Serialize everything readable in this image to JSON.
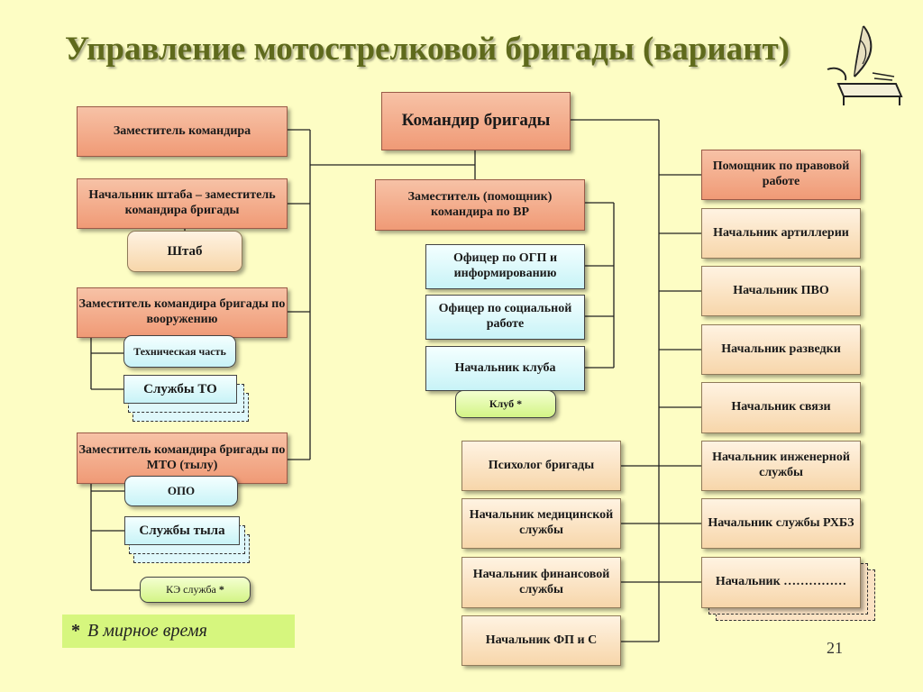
{
  "title": "Управление мотострелковой бригады (вариант)",
  "commander": "Командир бригады",
  "left": {
    "deputy": "Заместитель командира",
    "chief_of_staff": "Начальник штаба – заместитель командира бригады",
    "staff": "Штаб",
    "armament_deputy": "Заместитель командира бригады по вооружению",
    "technical_unit": "Техническая часть",
    "maintenance_services": "Службы ТО",
    "logistics_deputy": "Заместитель командира бригады по МТО (тылу)",
    "opo": "ОПО",
    "rear_services": "Службы тыла",
    "ke_service": "КЭ служба",
    "ke_star": "*"
  },
  "center": {
    "edu_deputy": "Заместитель (помощник) командира по ВР",
    "ogp_officer": "Офицер по ОГП и информированию",
    "social_officer": "Офицер по социальной работе",
    "club_chief": "Начальник клуба",
    "club": "Клуб",
    "club_star": "*",
    "psychologist": "Психолог бригады",
    "medical": "Начальник медицинской службы",
    "finance": "Начальник финансовой службы",
    "fp": "Начальник ФП и С"
  },
  "right": {
    "legal": "Помощник по правовой работе",
    "artillery": "Начальник артиллерии",
    "air_defense": "Начальник ПВО",
    "recon": "Начальник разведки",
    "signals": "Начальник связи",
    "engineer": "Начальник инженерной службы",
    "rhbz": "Начальник службы РХБЗ",
    "other": "Начальник ……………"
  },
  "note": {
    "star": "*",
    "text": "В мирное время"
  },
  "page_number": "21",
  "colors": {
    "background": "#fdfdc4",
    "title": "#5f6a1c",
    "command_box": "#f09a76",
    "staff_box": "#f7d6aa",
    "education_box": "#c8f3f7",
    "peacetime_box": "#d3f486"
  },
  "icons": [
    "writing-desk-logo-icon"
  ]
}
